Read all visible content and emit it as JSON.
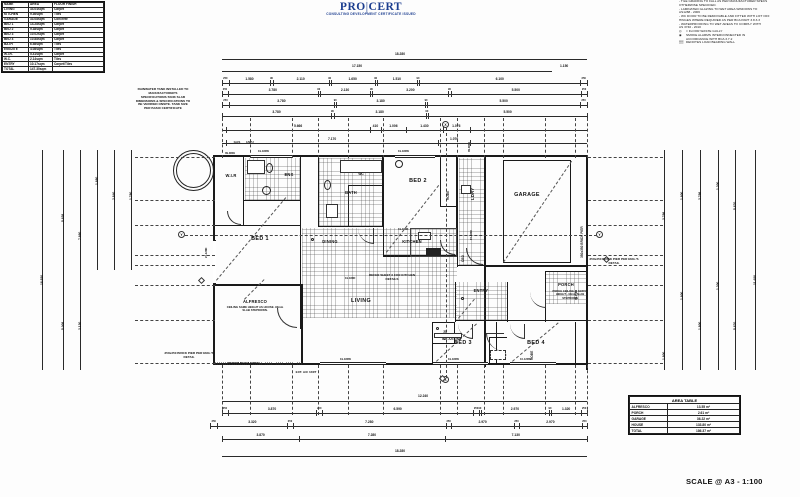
{
  "header": {
    "brand_pro": "PRO",
    "brand_bar": "|",
    "brand_cert": "CERT",
    "brand_sub": "CONSULTING DEVELOPMENT CERTIFICATE ISSUED"
  },
  "schedule": {
    "columns": [
      "NAME",
      "AREA",
      "FLOOR FINISH"
    ],
    "rows": [
      [
        "LIVING",
        "34.04sqm",
        "Carpet"
      ],
      [
        "KITCHEN",
        "9.36sqm",
        "Tiles"
      ],
      [
        "GARAGE",
        "33.08sqm",
        "Concrete"
      ],
      [
        "BED 1",
        "14.28sqm",
        "Carpet"
      ],
      [
        "BED 2",
        "9.38sqm",
        "Carpet"
      ],
      [
        "BED 3",
        "10.02sqm",
        "Carpet"
      ],
      [
        "BED 4",
        "10.88sqm",
        "Carpet"
      ],
      [
        "BATH",
        "6.58sqm",
        "Tiles"
      ],
      [
        "ENSUITE",
        "4.08sqm",
        "Tiles"
      ],
      [
        "W.I.R.",
        "5.41sqm",
        "Carpet"
      ],
      [
        "W.C.",
        "2.14sqm",
        "Tiles"
      ],
      [
        "ENTRY",
        "10.17sqm",
        "Carpet/Tiles"
      ]
    ],
    "total_label": "TOTAL",
    "total_value": "147.30sqm"
  },
  "notes": {
    "lines": [
      "- TILE GRADING TO FALL AS PER MANUFACTURER SPECS",
      "OTHERWISE SPECIFIED.",
      "- LAMINATED GLAZING TO WET AREA WINDOWS TO",
      "AS1288 - 2006",
      "- WC DOOR TO BE REMOVABLE AND FITTED WITH LIFT OFF",
      "HINGES WHERE REQUIRED AS PER BCA PART 3.8.3.3",
      "- WATERPROOFING TO WET AREAS TO COMPLY WITH",
      "AS 3740 - 2010"
    ],
    "legend": [
      {
        "glyph": "floor-waste-gully-symbol",
        "text": "= FLOOR WASTE GULLY"
      },
      {
        "glyph": "smoke-alarm-symbol",
        "text": "SMOKE ALARMS INTERCONNECTED IN"
      },
      {
        "glyph": "",
        "text": "ACCORDANCE WITH BCA 3.7.2"
      },
      {
        "glyph": "load-bearing-hatch-symbol",
        "text": "DENOTES LOAD BEARING WALL"
      }
    ]
  },
  "tank_note": {
    "lines": [
      "RAINWATER TANK INSTALLED TO",
      "MANUFACTURER'S",
      "SPECIFICATIONS.TANK SLAB",
      "DIMENSIONS & SPECIFICATIONS TO",
      "BE VERIFIED ONSITE. TANK SIZE",
      "PER BASIX CERTIFICATE"
    ]
  },
  "plan": {
    "rooms": [
      {
        "name": "wir",
        "label": "W.I.R"
      },
      {
        "name": "ens",
        "label": "ENS"
      },
      {
        "name": "bath",
        "label": "BATH"
      },
      {
        "name": "wc",
        "label": "WC"
      },
      {
        "name": "bed1",
        "label": "BED 1"
      },
      {
        "name": "bed2",
        "label": "BED 2"
      },
      {
        "name": "bed3",
        "label": "BED 3"
      },
      {
        "name": "bed4",
        "label": "BED 4"
      },
      {
        "name": "dining",
        "label": "DINING"
      },
      {
        "name": "kitchen",
        "label": "KITCHEN"
      },
      {
        "name": "living",
        "label": "LIVING"
      },
      {
        "name": "garage",
        "label": "GARAGE"
      },
      {
        "name": "ldry",
        "label": "LDRY"
      },
      {
        "name": "entry",
        "label": "ENTRY"
      },
      {
        "name": "porch",
        "label": "PORCH"
      },
      {
        "name": "alfresco",
        "label": "ALFRESCO"
      },
      {
        "name": "linen",
        "label": "LINEN"
      },
      {
        "name": "robe",
        "label": "ROBE"
      },
      {
        "name": "cbd",
        "label": "CBD"
      }
    ],
    "annotations": {
      "alfresco_note": "CEILING SAME HEIGHT AS HOUSE. 90mm SLAB STEPDOWN.",
      "kitchen_ref": "REFER SHEET 6 FOR KITCHEN DETAILS",
      "brick_pier_right": "350x350 BRICK PIER PER ENG.'S DETAIL",
      "brick_pier_left": "350x350 BRICK PIER PER ENG.'S DETAIL",
      "porch_note": "PORCH CEILING @ SOFFIT HEIGHT - 90mm SLAB STEPDOWN",
      "timber_beam": "TIMBER BEAM OVER",
      "ext_ac": "EXT. A/C UNIT",
      "int_ac": "INT. A/C UNIT",
      "gas": "GAS",
      "hwu": "HWU",
      "mh": "MH"
    },
    "grid_marks": [
      "X",
      "Y",
      "Y",
      "X"
    ],
    "window_tags": [
      "19-180W",
      "19-180W",
      "19-180W",
      "19-180W",
      "10-120W",
      "09-0809",
      "09-0809",
      "21-120D",
      "19-180D",
      "19-180D",
      "09-1506",
      "15-1806"
    ]
  },
  "dimensions": {
    "top_row_overall": "18.280",
    "top_row_2": "17.150",
    "top_row_right": "1.150",
    "top_row_segments_a": [
      "250",
      "1.580",
      "90",
      "2.110",
      "90",
      "1.650",
      "90",
      "1.510",
      "90",
      "6.100",
      "250"
    ],
    "top_row_segments_b": [
      "250",
      "3.780",
      "90",
      "2.130",
      "90",
      "3.200",
      "90",
      "5.500",
      "250"
    ],
    "top_row_segments_c": [
      "250",
      "3.780",
      "90",
      "3.180",
      "90",
      "5.500",
      "250"
    ],
    "top_row_segments_d": [
      "3.780",
      "90",
      "3.180",
      "90",
      "5.500"
    ],
    "interior_row_a": [
      "5.666",
      "410",
      "1.006",
      "1.430",
      "1.076"
    ],
    "interior_row_b": [
      "7.170",
      "1.076"
    ],
    "left_overall": "18.930",
    "left_col_a": [
      "5.638",
      "5.008"
    ],
    "left_col_b": [
      "7.660",
      "3.130"
    ],
    "left_col_c": [
      "1.680",
      "2.840",
      "1.780"
    ],
    "right_overall": "11.480",
    "right_col_a": [
      "5.670",
      "5.670"
    ],
    "right_col_b": [
      "1.200",
      "1.200",
      "1.600",
      "1.600"
    ],
    "right_col_c": [
      "3.798",
      "1.800"
    ],
    "bottom_row_overall": "18.280",
    "bottom_row_2": "12.240",
    "bottom_row_segments_a": [
      "250",
      "3.870",
      "250",
      "6.590",
      "250",
      "90",
      "2.970",
      "90",
      "1.320",
      "250"
    ],
    "bottom_row_segments_b": [
      "350",
      "3.320",
      "250",
      "7.280",
      "250",
      "2.970",
      "250",
      "2.970",
      "250"
    ],
    "bottom_row_segments_c": [
      "3.870",
      "7.280",
      "7.130"
    ],
    "bottom_row_segments_d": [
      "2.970",
      "90",
      "510",
      "90",
      "3.870",
      "250"
    ]
  },
  "area_table": {
    "title": "AREA TABLE",
    "rows": [
      [
        "ALFRESCO",
        "13.55 m²"
      ],
      [
        "PORCH",
        "2.61 m²"
      ],
      [
        "GARAGE",
        "36.22 m²"
      ],
      [
        "HOUSE",
        "133.80 m²"
      ],
      [
        "TOTAL",
        "186.37 m²"
      ]
    ]
  },
  "scale": {
    "text": "SCALE @ A3 - 1:100"
  }
}
